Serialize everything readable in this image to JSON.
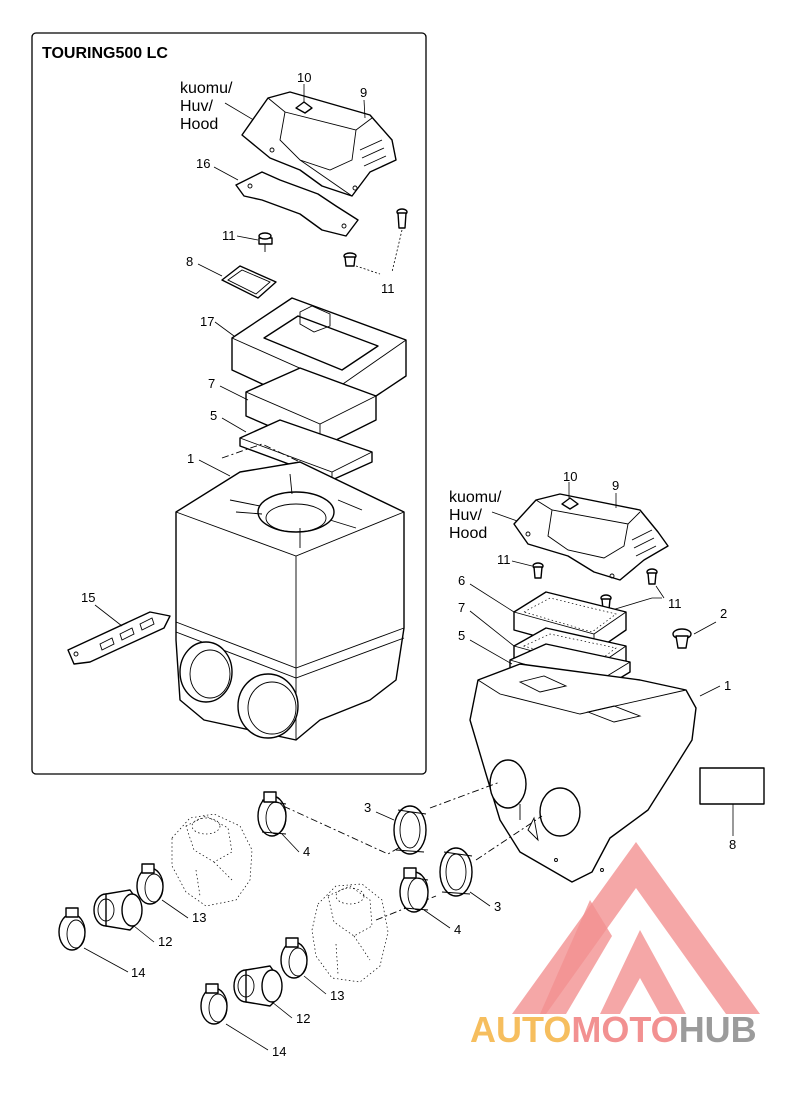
{
  "inset": {
    "title": "TOURING500 LC",
    "hood_label": [
      "kuomu/",
      "Huv/",
      "Hood"
    ],
    "callouts": {
      "hood_cover": "9",
      "emblem": "10",
      "plate": "16",
      "screw_left": "11",
      "screw_right": "11",
      "gasket": "8",
      "frame": "17",
      "foam_filter": "7",
      "filter_screen": "5",
      "silencer": "1",
      "strap": "15"
    }
  },
  "main": {
    "hood_label": [
      "kuomu/",
      "Huv/",
      "Hood"
    ],
    "callouts": {
      "emblem": "10",
      "hood_cover": "9",
      "screw": "11",
      "screw_pair": "11",
      "rivet": "2",
      "foam_filter_top": "6",
      "foam_filter": "7",
      "filter_screen": "5",
      "silencer": "1",
      "sticker": "8",
      "grommet_left": "3",
      "grommet_right": "3",
      "clamp_upper": "4",
      "clamp_lower": "4",
      "carb_clamp_upper": "13",
      "carb_clamp_lower": "13",
      "boot_upper": "12",
      "boot_lower": "12",
      "clamp_outer_upper": "14",
      "clamp_outer_lower": "14"
    }
  },
  "watermark": {
    "brand_part_1": "AUTO",
    "brand_part_2": "MOTO",
    "brand_part_3": "HUB",
    "colors": {
      "triangle": "#f07e7e",
      "auto": "#f5b342",
      "moto": "#f07e7e",
      "hub": "#8a8a8a"
    }
  }
}
